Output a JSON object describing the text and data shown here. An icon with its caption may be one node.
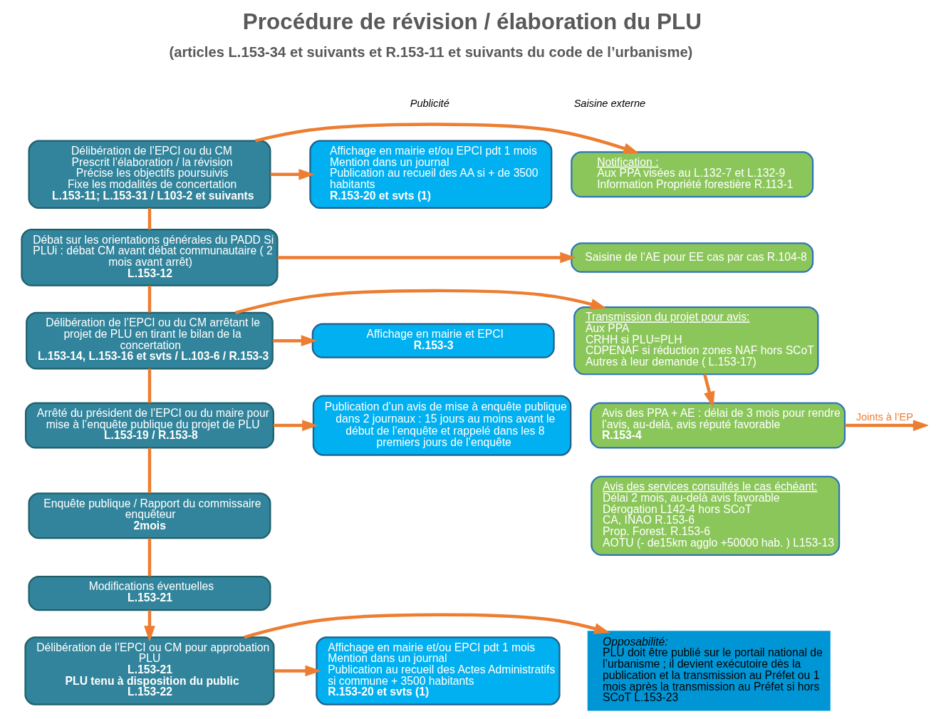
{
  "diagram": {
    "title": "Procédure de révision / élaboration du PLU",
    "nodes": [
      {
        "text": [
          "Affichage en mairie et/ou EPCI pdt 1 mois",
          "Mention dans un journal",
          "Publication au recueil des AA si + de 3500 habitants",
          "R.153-20 et svts (1)"
        ]
      },
      {
        "text": [
          "Délibération de l’EPCI ou du CM",
          "Prescrit l’élaboration / la révision",
          "Précise les objectifs poursuivis",
          "Fixe les modalités de concertation",
          "L.153-11; L.153-31 / L103-2 et suivants"
        ]
      },
      {
        "text": [
          "Notification :",
          "Aux PPA visées au L.132-7 et L.132-9",
          "Information Propriété forestière R.113-1"
        ]
      },
      {
        "text": [
          "Débat sur les orientations générales du PADD Si PLUi : débat CM avant débat communautaire ( 2 mois avant arrêt)",
          "L.153-12"
        ]
      },
      {
        "text": [
          "Saisine de l’AE pour EE cas par cas R.104-8"
        ]
      },
      {
        "text": [
          "Affichage en mairie et EPCI",
          "R.153-3"
        ]
      },
      {
        "text": [
          "Délibération de l’EPCI ou du CM arrêtant le projet de PLU en tirant le bilan de la concertation",
          "L.153-14, L.153-16 et svts / L.103-6 / R.153-3"
        ]
      },
      {
        "text": [
          "Transmission du projet pour avis:",
          "Aux PPA",
          "CRHH si PLU=PLH",
          "CDPENAF si réduction zones NAF hors SCoT",
          "Autres à leur demande ( L.153-17)"
        ]
      },
      {
        "text": [
          "Publication d’un avis de mise à enquête publique dans 2 journaux : 15 jours au moins avant le début de l’enquête et rappelé dans les 8 premiers jours de l’enquête"
        ]
      },
      {
        "text": [
          "Arrêté du président de l’EPCI ou du maire pour mise à l’enquête publique du projet de PLU",
          "L.153-19 / R.153-8"
        ]
      },
      {
        "text": [
          "Avis des PPA + AE : délai de 3 mois pour rendre l’avis, au-delà, avis réputé favorable",
          "R.153-4"
        ]
      },
      {
        "text": [
          "Enquête publique / Rapport du commissaire enquêteur",
          "2mois"
        ]
      },
      {
        "text": [
          "Avis des services consultés le cas échéant:",
          "Délai 2 mois, au-delà avis favorable",
          "Dérogation L142-4 hors SCoT",
          "CA, INAO R.153-6",
          "Prop. Forest. R.153-6",
          "AOTU (- de15km agglo +50000 hab. ) L153-13"
        ]
      },
      {
        "text": [
          "Modifications éventuelles",
          "L.153-21"
        ]
      },
      {
        "text": [
          "Affichage en mairie et/ou EPCI pdt 1 mois",
          "Mention dans un journal",
          "Publication au recueil des Actes Administratifs si commune + 3500 habitants",
          "R.153-20 et svts (1)"
        ]
      },
      {
        "text": [
          "Délibération de l’EPCI ou CM pour approbation PLU",
          "L.153-21",
          "PLU tenu à disposition du public",
          "L.153-22"
        ]
      },
      {
        "text": [
          "Opposabilité:",
          "PLU doit être publié sur le portail national de l’urbanisme ; il devient exécutoire dès la publication et la transmission au Préfet ou 1 mois après la transmission au Préfet si hors SCoT L.153-23"
        ]
      }
    ],
    "edges": [
      {
        "from": 1,
        "to": 0,
        "arrow": "to"
      },
      {
        "from": 1,
        "to": 2,
        "arrow": "to"
      },
      {
        "from": 1,
        "to": 3,
        "arrow": "none"
      },
      {
        "from": 3,
        "to": 4,
        "arrow": "to"
      },
      {
        "from": 3,
        "to": 6,
        "arrow": "none"
      },
      {
        "from": 6,
        "to": 5,
        "arrow": "to"
      },
      {
        "from": 6,
        "to": 7,
        "arrow": "to"
      },
      {
        "from": 6,
        "to": 9,
        "arrow": "none"
      },
      {
        "from": 9,
        "to": 8,
        "arrow": "to"
      },
      {
        "from": 7,
        "to": 10,
        "arrow": "to"
      },
      {
        "from": 10,
        "to": null,
        "arrow": "to",
        "label": "Joints à l’EP"
      },
      {
        "from": 9,
        "to": 11,
        "arrow": "none"
      },
      {
        "from": 11,
        "to": 13,
        "arrow": "none"
      },
      {
        "from": 13,
        "to": 15,
        "arrow": "to"
      },
      {
        "from": 15,
        "to": 14,
        "arrow": "to"
      },
      {
        "from": 15,
        "to": 16,
        "arrow": "to"
      }
    ],
    "labels": [
      "(articles L.153-34 et suivants et R.153-11 et suivants du code de l’urbanisme)",
      "Publicité",
      "Saisine externe"
    ]
  }
}
